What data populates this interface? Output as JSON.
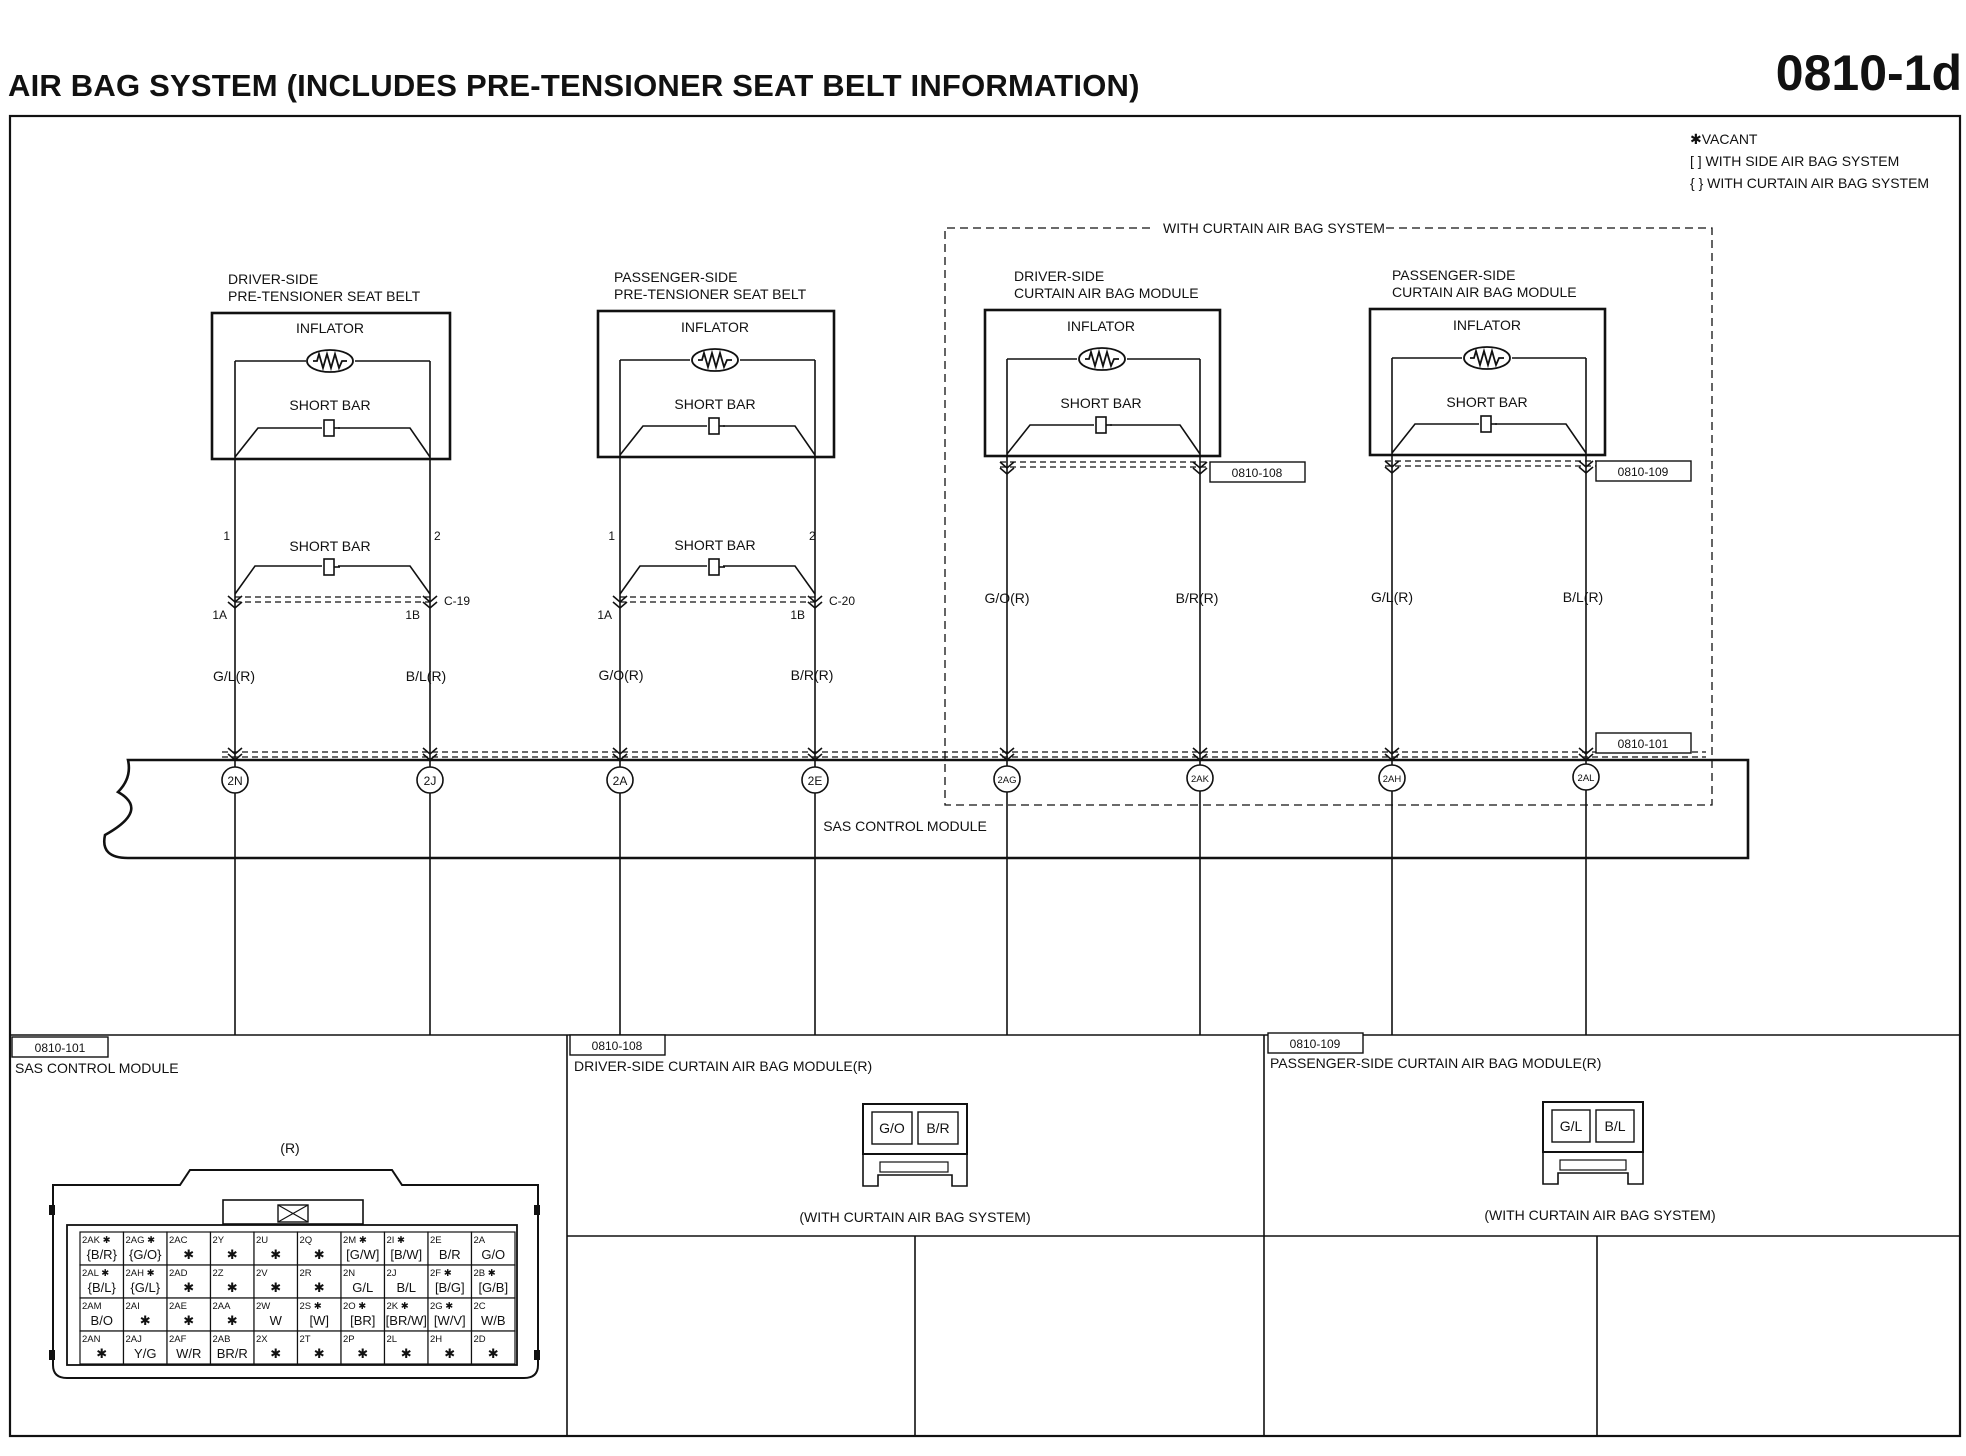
{
  "header": {
    "title": "AIR BAG SYSTEM (INCLUDES PRE-TENSIONER SEAT BELT INFORMATION)",
    "code": "0810-1d"
  },
  "legend": {
    "vacant": "✱VACANT",
    "side": "[ ] WITH SIDE AIR BAG SYSTEM",
    "curtain": "{ } WITH CURTAIN AIR BAG SYSTEM"
  },
  "curtain_group": {
    "label": "WITH CURTAIN AIR BAG SYSTEM"
  },
  "components": [
    {
      "line1": "DRIVER-SIDE",
      "line2": "PRE-TENSIONER SEAT BELT",
      "inflator": "INFLATOR",
      "short_bar": "SHORT BAR"
    },
    {
      "line1": "PASSENGER-SIDE",
      "line2": "PRE-TENSIONER SEAT BELT",
      "inflator": "INFLATOR",
      "short_bar": "SHORT BAR"
    },
    {
      "line1": "DRIVER-SIDE",
      "line2": "CURTAIN AIR BAG MODULE",
      "inflator": "INFLATOR",
      "short_bar": "SHORT BAR"
    },
    {
      "line1": "PASSENGER-SIDE",
      "line2": "CURTAIN AIR BAG MODULE",
      "inflator": "INFLATOR",
      "short_bar": "SHORT BAR"
    }
  ],
  "connectors": {
    "c19": {
      "name": "C-19",
      "pin1": "1",
      "pin2": "2",
      "pinA": "1A",
      "pinB": "1B",
      "short_bar": "SHORT BAR"
    },
    "c20": {
      "name": "C-20",
      "pin1": "1",
      "pin2": "2",
      "pinA": "1A",
      "pinB": "1B",
      "short_bar": "SHORT BAR"
    },
    "ref108": "0810-108",
    "ref109": "0810-109",
    "ref101": "0810-101"
  },
  "wires": [
    "G/L(R)",
    "B/L(R)",
    "G/O(R)",
    "B/R(R)",
    "G/O(R)",
    "B/R(R)",
    "G/L(R)",
    "B/L(R)"
  ],
  "terminals": [
    "2N",
    "2J",
    "2A",
    "2E",
    "2AG",
    "2AK",
    "2AH",
    "2AL"
  ],
  "sas_label": "SAS CONTROL MODULE",
  "bottom": {
    "p101": {
      "code": "0810-101",
      "title": "SAS CONTROL MODULE",
      "sub": "(R)"
    },
    "p108": {
      "code": "0810-108",
      "title": "DRIVER-SIDE CURTAIN AIR BAG MODULE(R)",
      "pins": [
        "G/O",
        "B/R"
      ],
      "note": "(WITH CURTAIN AIR BAG SYSTEM)"
    },
    "p109": {
      "code": "0810-109",
      "title": "PASSENGER-SIDE CURTAIN AIR BAG MODULE(R)",
      "pins": [
        "G/L",
        "B/L"
      ],
      "note": "(WITH CURTAIN AIR BAG SYSTEM)"
    }
  },
  "connector_grid": [
    [
      {
        "t": "2AK ✱",
        "v": "{B/R}"
      },
      {
        "t": "2AG ✱",
        "v": "{G/O}"
      },
      {
        "t": "2AC",
        "v": "✱"
      },
      {
        "t": "2Y",
        "v": "✱"
      },
      {
        "t": "2U",
        "v": "✱"
      },
      {
        "t": "2Q",
        "v": "✱"
      },
      {
        "t": "2M ✱",
        "v": "[G/W]"
      },
      {
        "t": "2I ✱",
        "v": "[B/W]"
      },
      {
        "t": "2E",
        "v": "B/R"
      },
      {
        "t": "2A",
        "v": "G/O"
      }
    ],
    [
      {
        "t": "2AL ✱",
        "v": "{B/L}"
      },
      {
        "t": "2AH ✱",
        "v": "{G/L}"
      },
      {
        "t": "2AD",
        "v": "✱"
      },
      {
        "t": "2Z",
        "v": "✱"
      },
      {
        "t": "2V",
        "v": "✱"
      },
      {
        "t": "2R",
        "v": "✱"
      },
      {
        "t": "2N",
        "v": "G/L"
      },
      {
        "t": "2J",
        "v": "B/L"
      },
      {
        "t": "2F ✱",
        "v": "[B/G]"
      },
      {
        "t": "2B ✱",
        "v": "[G/B]"
      }
    ],
    [
      {
        "t": "2AM",
        "v": "B/O"
      },
      {
        "t": "2AI",
        "v": "✱"
      },
      {
        "t": "2AE",
        "v": "✱"
      },
      {
        "t": "2AA",
        "v": "✱"
      },
      {
        "t": "2W",
        "v": "W"
      },
      {
        "t": "2S ✱",
        "v": "[W]"
      },
      {
        "t": "2O ✱",
        "v": "[BR]"
      },
      {
        "t": "2K ✱",
        "v": "[BR/W]"
      },
      {
        "t": "2G ✱",
        "v": "[W/V]"
      },
      {
        "t": "2C",
        "v": "W/B"
      }
    ],
    [
      {
        "t": "2AN",
        "v": "✱"
      },
      {
        "t": "2AJ",
        "v": "Y/G"
      },
      {
        "t": "2AF",
        "v": "W/R"
      },
      {
        "t": "2AB",
        "v": "BR/R"
      },
      {
        "t": "2X",
        "v": "✱"
      },
      {
        "t": "2T",
        "v": "✱"
      },
      {
        "t": "2P",
        "v": "✱"
      },
      {
        "t": "2L",
        "v": "✱"
      },
      {
        "t": "2H",
        "v": "✱"
      },
      {
        "t": "2D",
        "v": "✱"
      }
    ]
  ]
}
